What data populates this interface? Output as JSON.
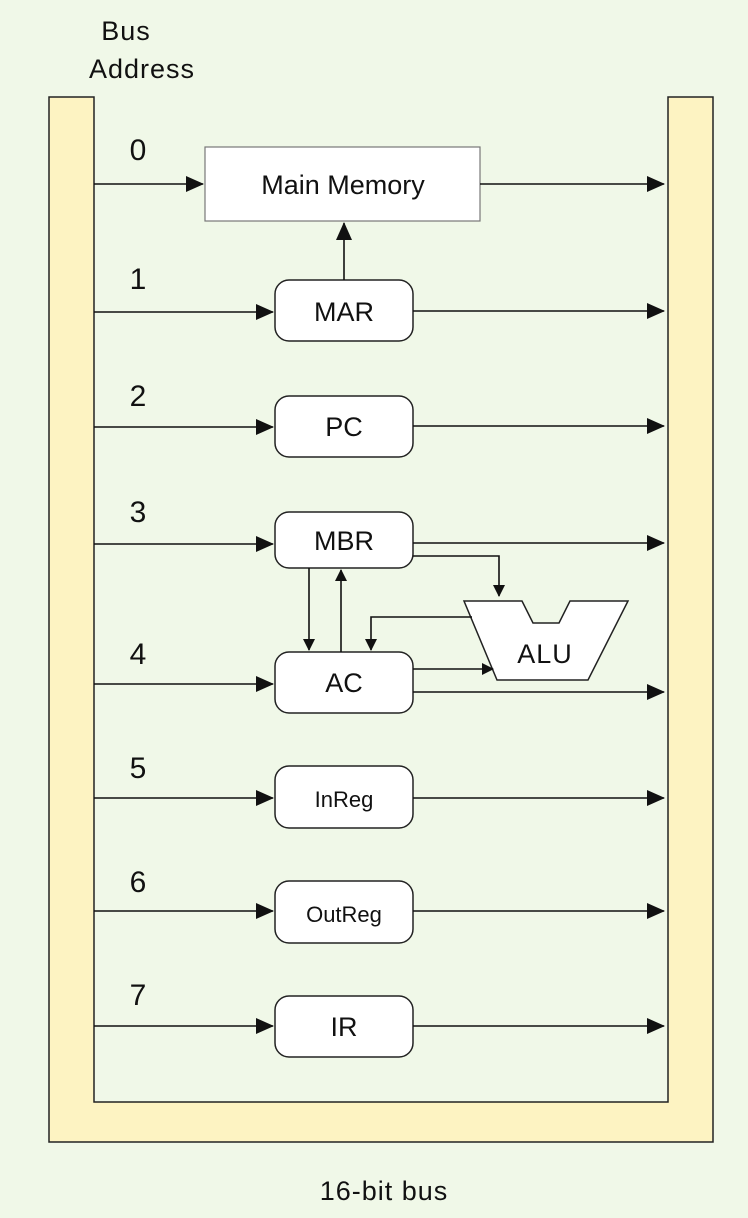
{
  "diagram": {
    "header": {
      "line1": "Bus",
      "line2": "Address"
    },
    "footer": "16-bit bus",
    "addresses": [
      "0",
      "1",
      "2",
      "3",
      "4",
      "5",
      "6",
      "7"
    ],
    "components": {
      "main_memory": "Main Memory",
      "mar": "MAR",
      "pc": "PC",
      "mbr": "MBR",
      "ac": "AC",
      "alu": "ALU",
      "inreg": "InReg",
      "outreg": "OutReg",
      "ir": "IR"
    },
    "colors": {
      "background": "#f0f8e8",
      "bus_fill": "#fdf3c2",
      "memory_fill": "#ffffff",
      "register_fill": "#ffffff",
      "line": "#111111"
    }
  }
}
